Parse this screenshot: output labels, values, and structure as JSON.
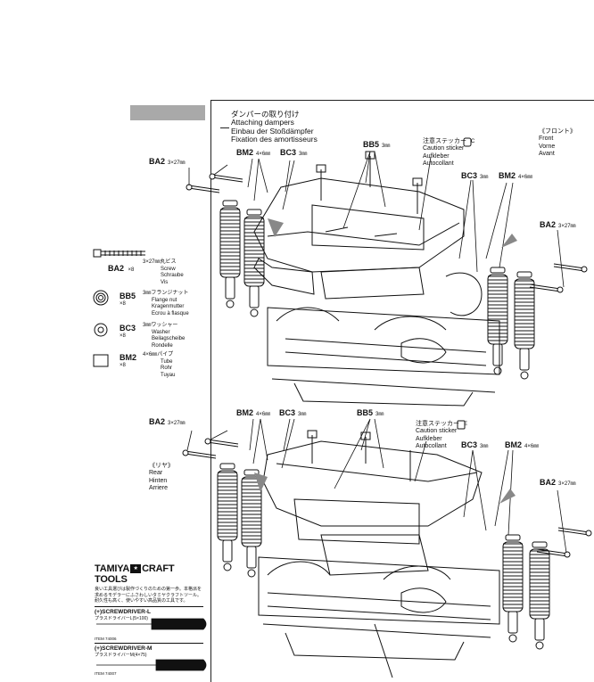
{
  "step": {
    "title_jp": "ダンパーの取り付け",
    "title_en": "Attaching dampers",
    "title_de": "Einbau der Stoßdämpfer",
    "title_fr": "Fixation des amortisseurs"
  },
  "front": {
    "label": {
      "jp": "《フロント》",
      "en": "Front",
      "de": "Vorne",
      "fr": "Avant"
    },
    "parts": {
      "ba2_left": {
        "code": "BA2",
        "size": "3×27㎜"
      },
      "bm2_left": {
        "code": "BM2",
        "size": "4×6㎜"
      },
      "bc3_left": {
        "code": "BC3",
        "size": "3㎜"
      },
      "bb5": {
        "code": "BB5",
        "size": "3㎜"
      },
      "bc3_right": {
        "code": "BC3",
        "size": "3㎜"
      },
      "bm2_right": {
        "code": "BM2",
        "size": "4×6㎜"
      },
      "ba2_right": {
        "code": "BA2",
        "size": "3×27㎜"
      }
    },
    "caution": {
      "jp": "注意ステッカー",
      "letter": "C",
      "en": "Caution sticker",
      "de": "Aufkleber",
      "fr": "Autocollant"
    }
  },
  "rear": {
    "label": {
      "jp": "《リヤ》",
      "en": "Rear",
      "de": "Hinten",
      "fr": "Arriere"
    },
    "parts": {
      "ba2_left": {
        "code": "BA2",
        "size": "3×27㎜"
      },
      "bm2_left": {
        "code": "BM2",
        "size": "4×6㎜"
      },
      "bc3_left": {
        "code": "BC3",
        "size": "3㎜"
      },
      "bb5": {
        "code": "BB5",
        "size": "3㎜"
      },
      "bc3_right": {
        "code": "BC3",
        "size": "3㎜"
      },
      "bm2_right": {
        "code": "BM2",
        "size": "4×6㎜"
      },
      "ba2_right": {
        "code": "BA2",
        "size": "3×27㎜"
      }
    },
    "caution": {
      "jp": "注意ステッカー",
      "letter": "E",
      "en": "Caution sticker",
      "de": "Aufkleber",
      "fr": "Autocollant"
    }
  },
  "legend": [
    {
      "code": "BA2",
      "qty": "×8",
      "jp": "3×27㎜丸ビス",
      "en": "Screw",
      "de": "Schraube",
      "fr": "Vis",
      "icon": "screw-icon"
    },
    {
      "code": "BB5",
      "qty": "×8",
      "jp": "3㎜フランジナット",
      "en": "Flange nut",
      "de": "Kragenmutter",
      "fr": "Ecrou à flasque",
      "icon": "flange-nut-icon"
    },
    {
      "code": "BC3",
      "qty": "×8",
      "jp": "3㎜ワッシャー",
      "en": "Washer",
      "de": "Beilagscheibe",
      "fr": "Rondelle",
      "icon": "washer-icon"
    },
    {
      "code": "BM2",
      "qty": "×8",
      "jp": "4×6㎜パイプ",
      "en": "Tube",
      "de": "Rohr",
      "fr": "Tuyau",
      "icon": "tube-icon"
    }
  ],
  "ad": {
    "brand": "TAMIYA",
    "title": "CRAFT TOOLS",
    "desc": "良い工具選びは製作づくりのための第一歩。本格派を求めるモデラーにふさわしいタミヤクラフトツール。耐久性も高く、使いやすい高品質の工具です。",
    "tools": [
      {
        "name": "(+)SCREWDRIVER-L",
        "jp": "プラスドライバーL(5×100)",
        "item": "ITEM 74006"
      },
      {
        "name": "(+)SCREWDRIVER-M",
        "jp": "プラスドライバーM(4×75)",
        "item": "ITEM 74007"
      }
    ]
  }
}
